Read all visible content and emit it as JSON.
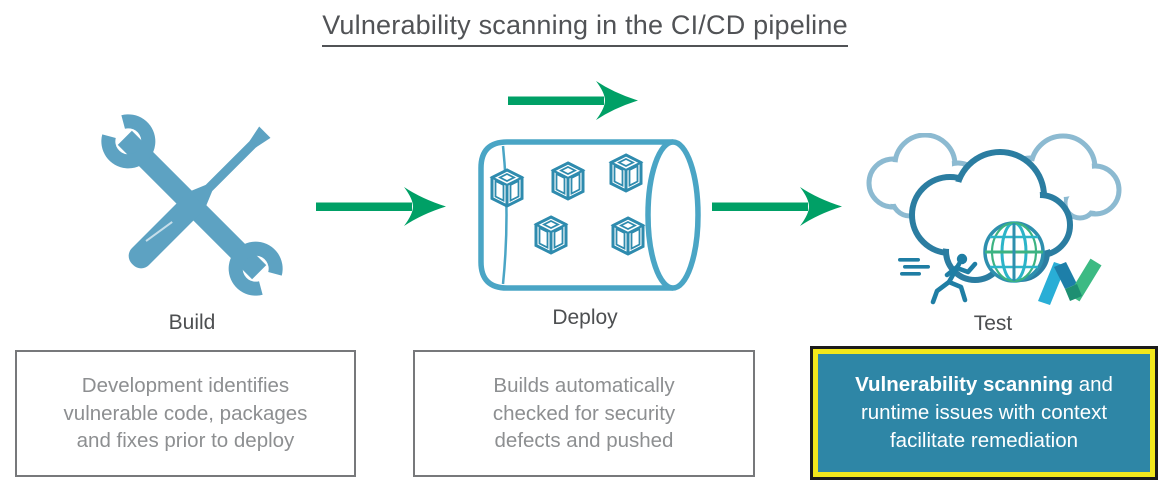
{
  "title": {
    "text": "Vulnerability scanning in the CI/CD pipeline"
  },
  "stages": [
    {
      "label": "Build",
      "icon": "wrench-screwdriver-icon",
      "highlighted": false,
      "lines": [
        "Development identifies",
        "vulnerable code, packages",
        "and fixes prior to deploy"
      ]
    },
    {
      "label": "Deploy",
      "icon": "pipeline-cylinder-containers-icon",
      "highlighted": false,
      "lines": [
        "Builds automatically",
        "checked for security",
        "defects and pushed"
      ]
    },
    {
      "label": "Test",
      "icon": "clouds-globe-runner-logo-icon",
      "highlighted": true,
      "line1_bold": "Vulnerability scanning",
      "line1_rest": " and",
      "line2": "runtime issues with context",
      "line3": "facilitate remediation"
    }
  ],
  "flow": {
    "arrow_count": 3,
    "direction": "left-to-right"
  },
  "colors": {
    "arrow_green": "#00a066",
    "tool_blue": "#5da2c2",
    "pipeline_blue": "#4aa5c5",
    "cube_blue": "#2e8bae",
    "cloud_front_blue": "#2b7da1",
    "cloud_back_blue": "#8cbad1",
    "globe_green": "#3cb381",
    "globe_cyan": "#2cb4c8",
    "runner_blue": "#1f7ea4",
    "logo_light_blue": "#29aed6",
    "logo_dark_blue": "#1d7fa9",
    "logo_green": "#3cba83",
    "logo_dark_green": "#1e8f72",
    "highlight_fill": "#2e86a6",
    "highlight_border_yellow": "#f2e71c",
    "highlight_border_dark": "#1b1b1b",
    "box_border_gray": "#77787b",
    "box_text_gray": "#8d8f91",
    "title_gray": "#515356",
    "background": "#ffffff"
  }
}
